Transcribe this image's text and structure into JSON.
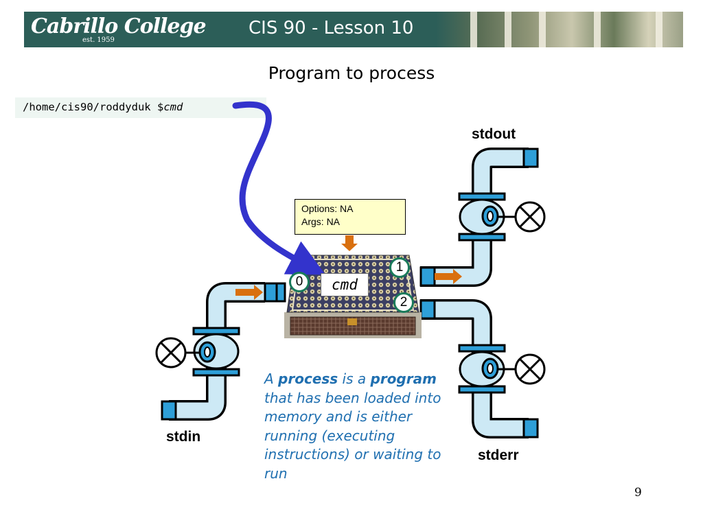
{
  "header": {
    "logo_text": "Cabrillo College",
    "logo_subtext": "est. 1959",
    "course_title": "CIS 90 - Lesson 10"
  },
  "slide": {
    "title": "Program to process",
    "page_number": "9"
  },
  "prompt": {
    "path": "/home/cis90/roddyduk $",
    "command": "cmd"
  },
  "process_box": {
    "label": "cmd",
    "options_line": "Options: NA",
    "args_line": "Args: NA"
  },
  "file_descriptors": [
    "0",
    "1",
    "2"
  ],
  "streams": {
    "stdin": "stdin",
    "stdout": "stdout",
    "stderr": "stderr"
  },
  "description": {
    "part1": "A ",
    "bold1": "process",
    "part2": " is a ",
    "bold2": "program",
    "part3": " that has been loaded into memory and is either running (executing instructions) or waiting to run"
  },
  "colors": {
    "header_bg": "#2c5e58",
    "pipe_fill": "#cde9f5",
    "pipe_end": "#2e9fd8",
    "arrow_blue": "#3333cc",
    "arrow_orange": "#d9700f",
    "descriptor_ring": "#1a7a5a",
    "description_text": "#1f6fb0"
  }
}
